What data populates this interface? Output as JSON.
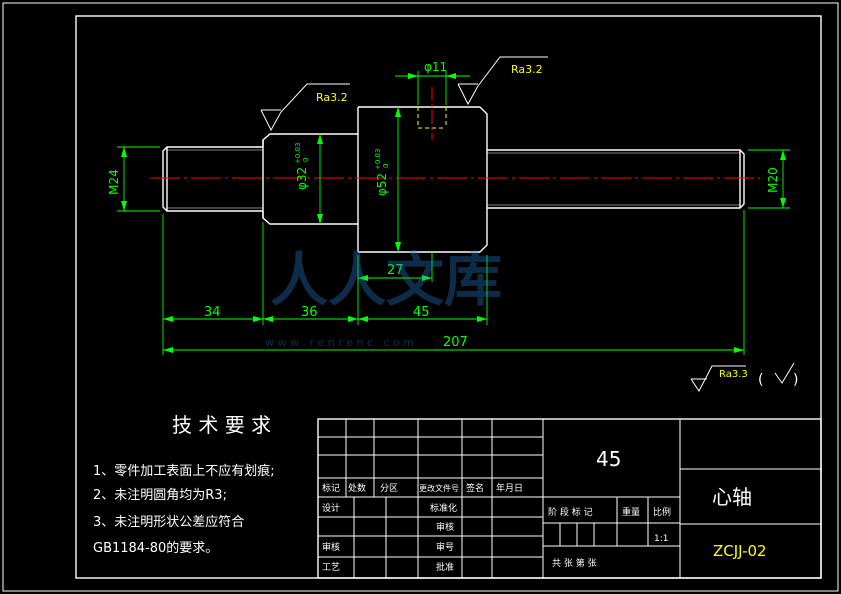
{
  "dimensions": {
    "d_m24": "M24",
    "d_m20": "M20",
    "d_32": "φ32",
    "d_32_tol": "+0.03",
    "d_32_tol0": "0",
    "d_52": "φ52",
    "d_52_tol": "+0.03",
    "d_52_tol0": "0",
    "d_11": "φ11",
    "d_27": "27",
    "d_34": "34",
    "d_36": "36",
    "d_45": "45",
    "d_207": "207"
  },
  "roughness": {
    "left": "Ra3.2",
    "right": "Ra3.2",
    "general": "Ra3.3",
    "general_paren_open": "(",
    "general_paren_close": ")"
  },
  "watermark": {
    "text": "人人文库",
    "url": "w w w . r e n r e n     c . c o m"
  },
  "tech_requirements": {
    "title": "技 术 要 求",
    "items": [
      "1、零件加工表面上不应有划痕;",
      "2、未注明圆角均为R3;",
      "3、未注明形状公差应符合",
      "GB1184-80的要求。"
    ]
  },
  "title_block": {
    "material": "45",
    "part_name": "心轴",
    "drawing_no": "ZCJJ-02",
    "scale": "1:1",
    "rev_headers": [
      "标记",
      "处数",
      "分区",
      "更改文件号",
      "签名",
      "年月日"
    ],
    "sign_rows": [
      {
        "left": "设计",
        "mid": "标准化"
      },
      {
        "left": "",
        "mid": "审核"
      },
      {
        "left": "审核",
        "mid": "审号"
      },
      {
        "left": "工艺",
        "mid": "批准"
      }
    ],
    "stage_label": "阶 段 标 记",
    "weight_label": "重量",
    "scale_label": "比例",
    "sheets_label": "共  张 第  张"
  }
}
